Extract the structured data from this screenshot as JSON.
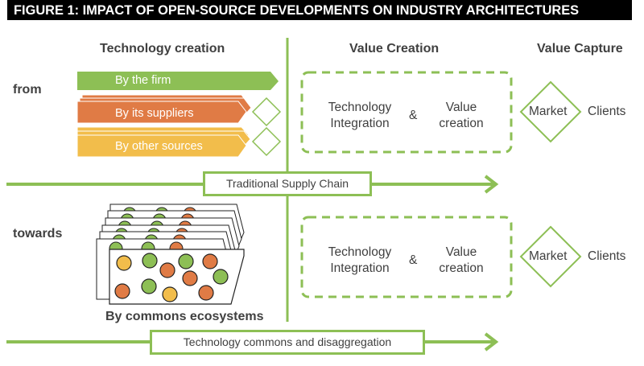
{
  "title": "FIGURE 1: IMPACT OF OPEN-SOURCE DEVELOPMENTS ON INDUSTRY ARCHITECTURES",
  "columns": {
    "technology_creation": "Technology creation",
    "value_creation": "Value Creation",
    "value_capture": "Value Capture"
  },
  "rows": {
    "from": {
      "label": "from",
      "sources": [
        {
          "label": "By the firm",
          "color": "#8dbf55"
        },
        {
          "label": "By its suppliers",
          "color": "#e07b45"
        },
        {
          "label": "By other sources",
          "color": "#f2bd4b"
        }
      ],
      "integration": "Technology Integration",
      "ampersand": "&",
      "value_creation": "Value creation",
      "market": "Market",
      "clients": "Clients",
      "flow_label": "Traditional Supply Chain"
    },
    "towards": {
      "label": "towards",
      "ecosystem_label": "By commons ecosystems",
      "integration": "Technology Integration",
      "ampersand": "&",
      "value_creation": "Value creation",
      "market": "Market",
      "clients": "Clients",
      "flow_label": "Technology commons and disaggregation"
    }
  },
  "colors": {
    "green": "#8dbf55",
    "orange": "#e07b45",
    "yellow": "#f2bd4b",
    "title_bg": "#000000"
  }
}
